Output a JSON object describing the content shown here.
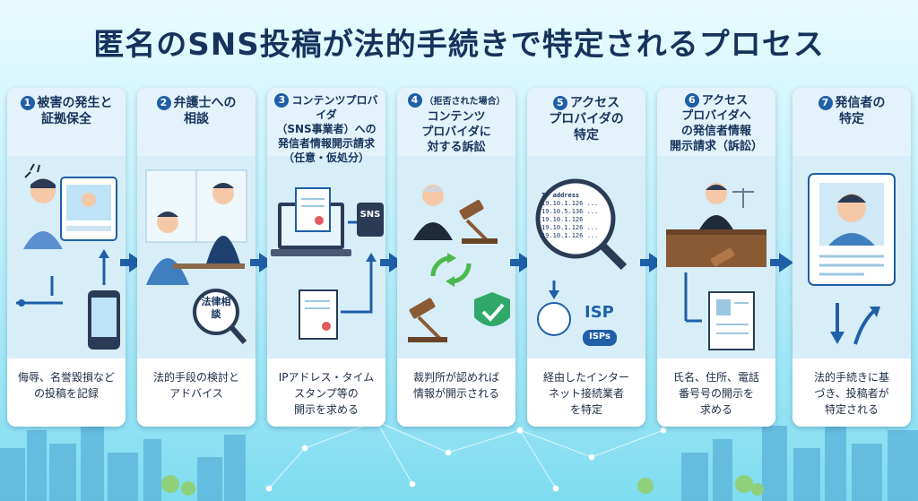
{
  "title": "匿名のSNS投稿が法的手続きで特定されるプロセス",
  "steps": [
    {
      "number": "1",
      "title_lines": [
        "被害の発生と",
        "証拠保全"
      ],
      "description_lines": [
        "侮辱、名誉毀損など",
        "の投稿を記録"
      ]
    },
    {
      "number": "2",
      "title_lines": [
        "弁護士への",
        "相談"
      ],
      "description_lines": [
        "法的手段の検討と",
        "アドバイス"
      ],
      "magnifier_label": "法律相談"
    },
    {
      "number": "3",
      "title_lines": [
        "コンテンツプロバイダ",
        "（SNS事業者）への",
        "発信者情報開示請求",
        "（任意・仮処分）"
      ],
      "description_lines": [
        "IPアドレス・タイム",
        "スタンプ等の",
        "開示を求める"
      ],
      "sns_label": "SNS"
    },
    {
      "number": "4",
      "title_note": "（拒否された場合）",
      "title_lines": [
        "コンテンツ",
        "プロバイダに",
        "対する訴訟"
      ],
      "description_lines": [
        "裁判所が認めれば",
        "情報が開示される"
      ]
    },
    {
      "number": "5",
      "title_lines": [
        "アクセス",
        "プロバイダの",
        "特定"
      ],
      "description_lines": [
        "経由したインター",
        "ネット接続業者",
        "を特定"
      ],
      "ip_header": "IP address",
      "ip_rows": [
        "19.10.1.126 ...",
        "19.10.5.136 ...",
        "19.10.1.126",
        "19.10.1.126 ...",
        "19.10.1.126 ..."
      ],
      "isp_label": "ISP",
      "isps_label": "ISPs"
    },
    {
      "number": "6",
      "title_lines": [
        "アクセス",
        "プロバイダへ",
        "の発信者情報",
        "開示請求（訴訟）"
      ],
      "description_lines": [
        "氏名、住所、電話",
        "番号号の開示を",
        "求める"
      ]
    },
    {
      "number": "7",
      "title_lines": [
        "発信者の",
        "特定"
      ],
      "description_lines": [
        "法的手続きに基",
        "づき、投稿者が",
        "特定される"
      ]
    }
  ],
  "colors": {
    "title": "#16325c",
    "arrow": "#1f5fa8",
    "card": "#ffffff",
    "card_body": "#d7eef9"
  }
}
